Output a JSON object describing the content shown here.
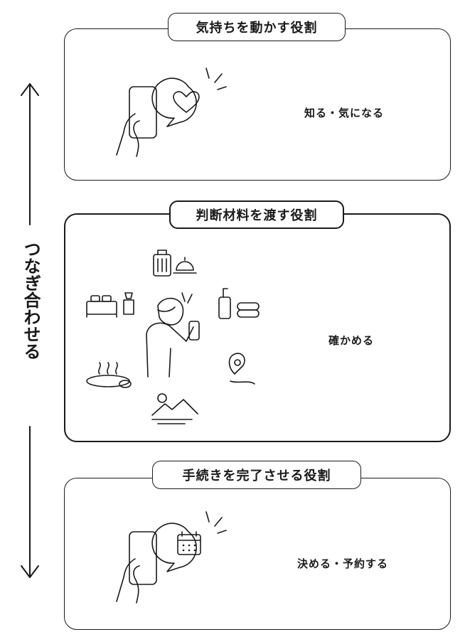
{
  "side_label": "つなぎ合わせる",
  "sections": [
    {
      "title": "気持ちを動かす役割",
      "caption": "知る・気になる",
      "icon": "heart-icon"
    },
    {
      "title": "判断材料を渡す役割",
      "caption": "確かめる",
      "icon": "person-with-phone-icon"
    },
    {
      "title": "手続きを完了させる役割",
      "caption": "決める・予約する",
      "icon": "calendar-icon"
    }
  ]
}
